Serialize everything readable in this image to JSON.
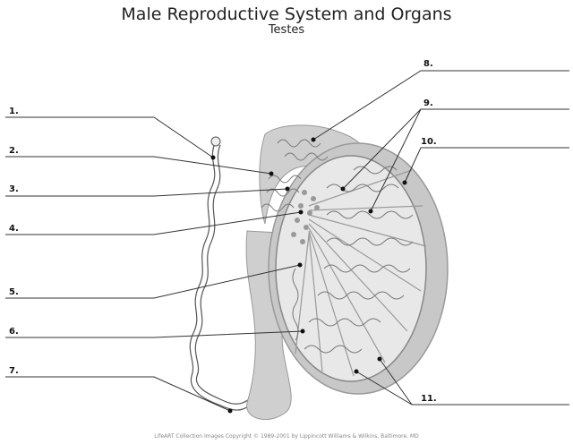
{
  "header": {
    "title": "Male Reproductive System and Organs",
    "subtitle": "Testes"
  },
  "labels": [
    "1.",
    "2.",
    "3.",
    "4.",
    "5.",
    "6.",
    "7.",
    "8.",
    "9.",
    "10.",
    "11."
  ],
  "footer": {
    "copyright": "LifeART Collection Images Copyright © 1989-2001 by Lippincott Williams & Wilkins, Baltimore, MD"
  },
  "colors": {
    "tissue_light": "#dcdcdc",
    "tissue_mid": "#c8c8c8",
    "tissue_dark": "#b4b4b4",
    "line": "#333333"
  }
}
